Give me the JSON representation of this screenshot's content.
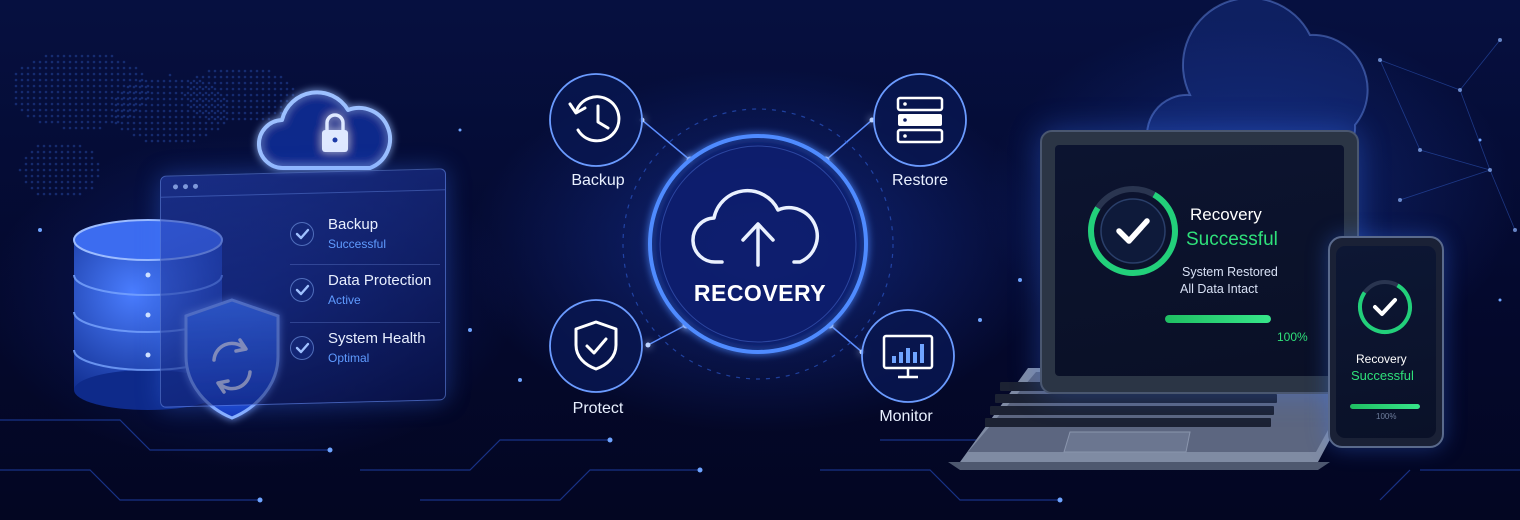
{
  "status_panel": {
    "items": [
      {
        "title": "Backup",
        "status": "Successful"
      },
      {
        "title": "Data Protection",
        "status": "Active"
      },
      {
        "title": "System Health",
        "status": "Optimal"
      }
    ]
  },
  "hub": {
    "label": "RECOVERY",
    "icon": "cloud-upload-icon"
  },
  "nodes": [
    {
      "label": "Backup",
      "icon": "history-clock-icon"
    },
    {
      "label": "Restore",
      "icon": "server-rack-icon"
    },
    {
      "label": "Protect",
      "icon": "shield-check-icon"
    },
    {
      "label": "Monitor",
      "icon": "monitor-chart-icon"
    }
  ],
  "laptop": {
    "title": "Recovery",
    "status": "Successful",
    "line1": "System Restored",
    "line2": "All Data Intact",
    "progress_label": "100%",
    "progress": 1.0
  },
  "phone": {
    "title": "Recovery",
    "status": "Successful",
    "progress_label": "100%",
    "progress": 1.0
  },
  "colors": {
    "accent": "#3b82ff",
    "success": "#2fe07a",
    "background": "#04092e"
  }
}
